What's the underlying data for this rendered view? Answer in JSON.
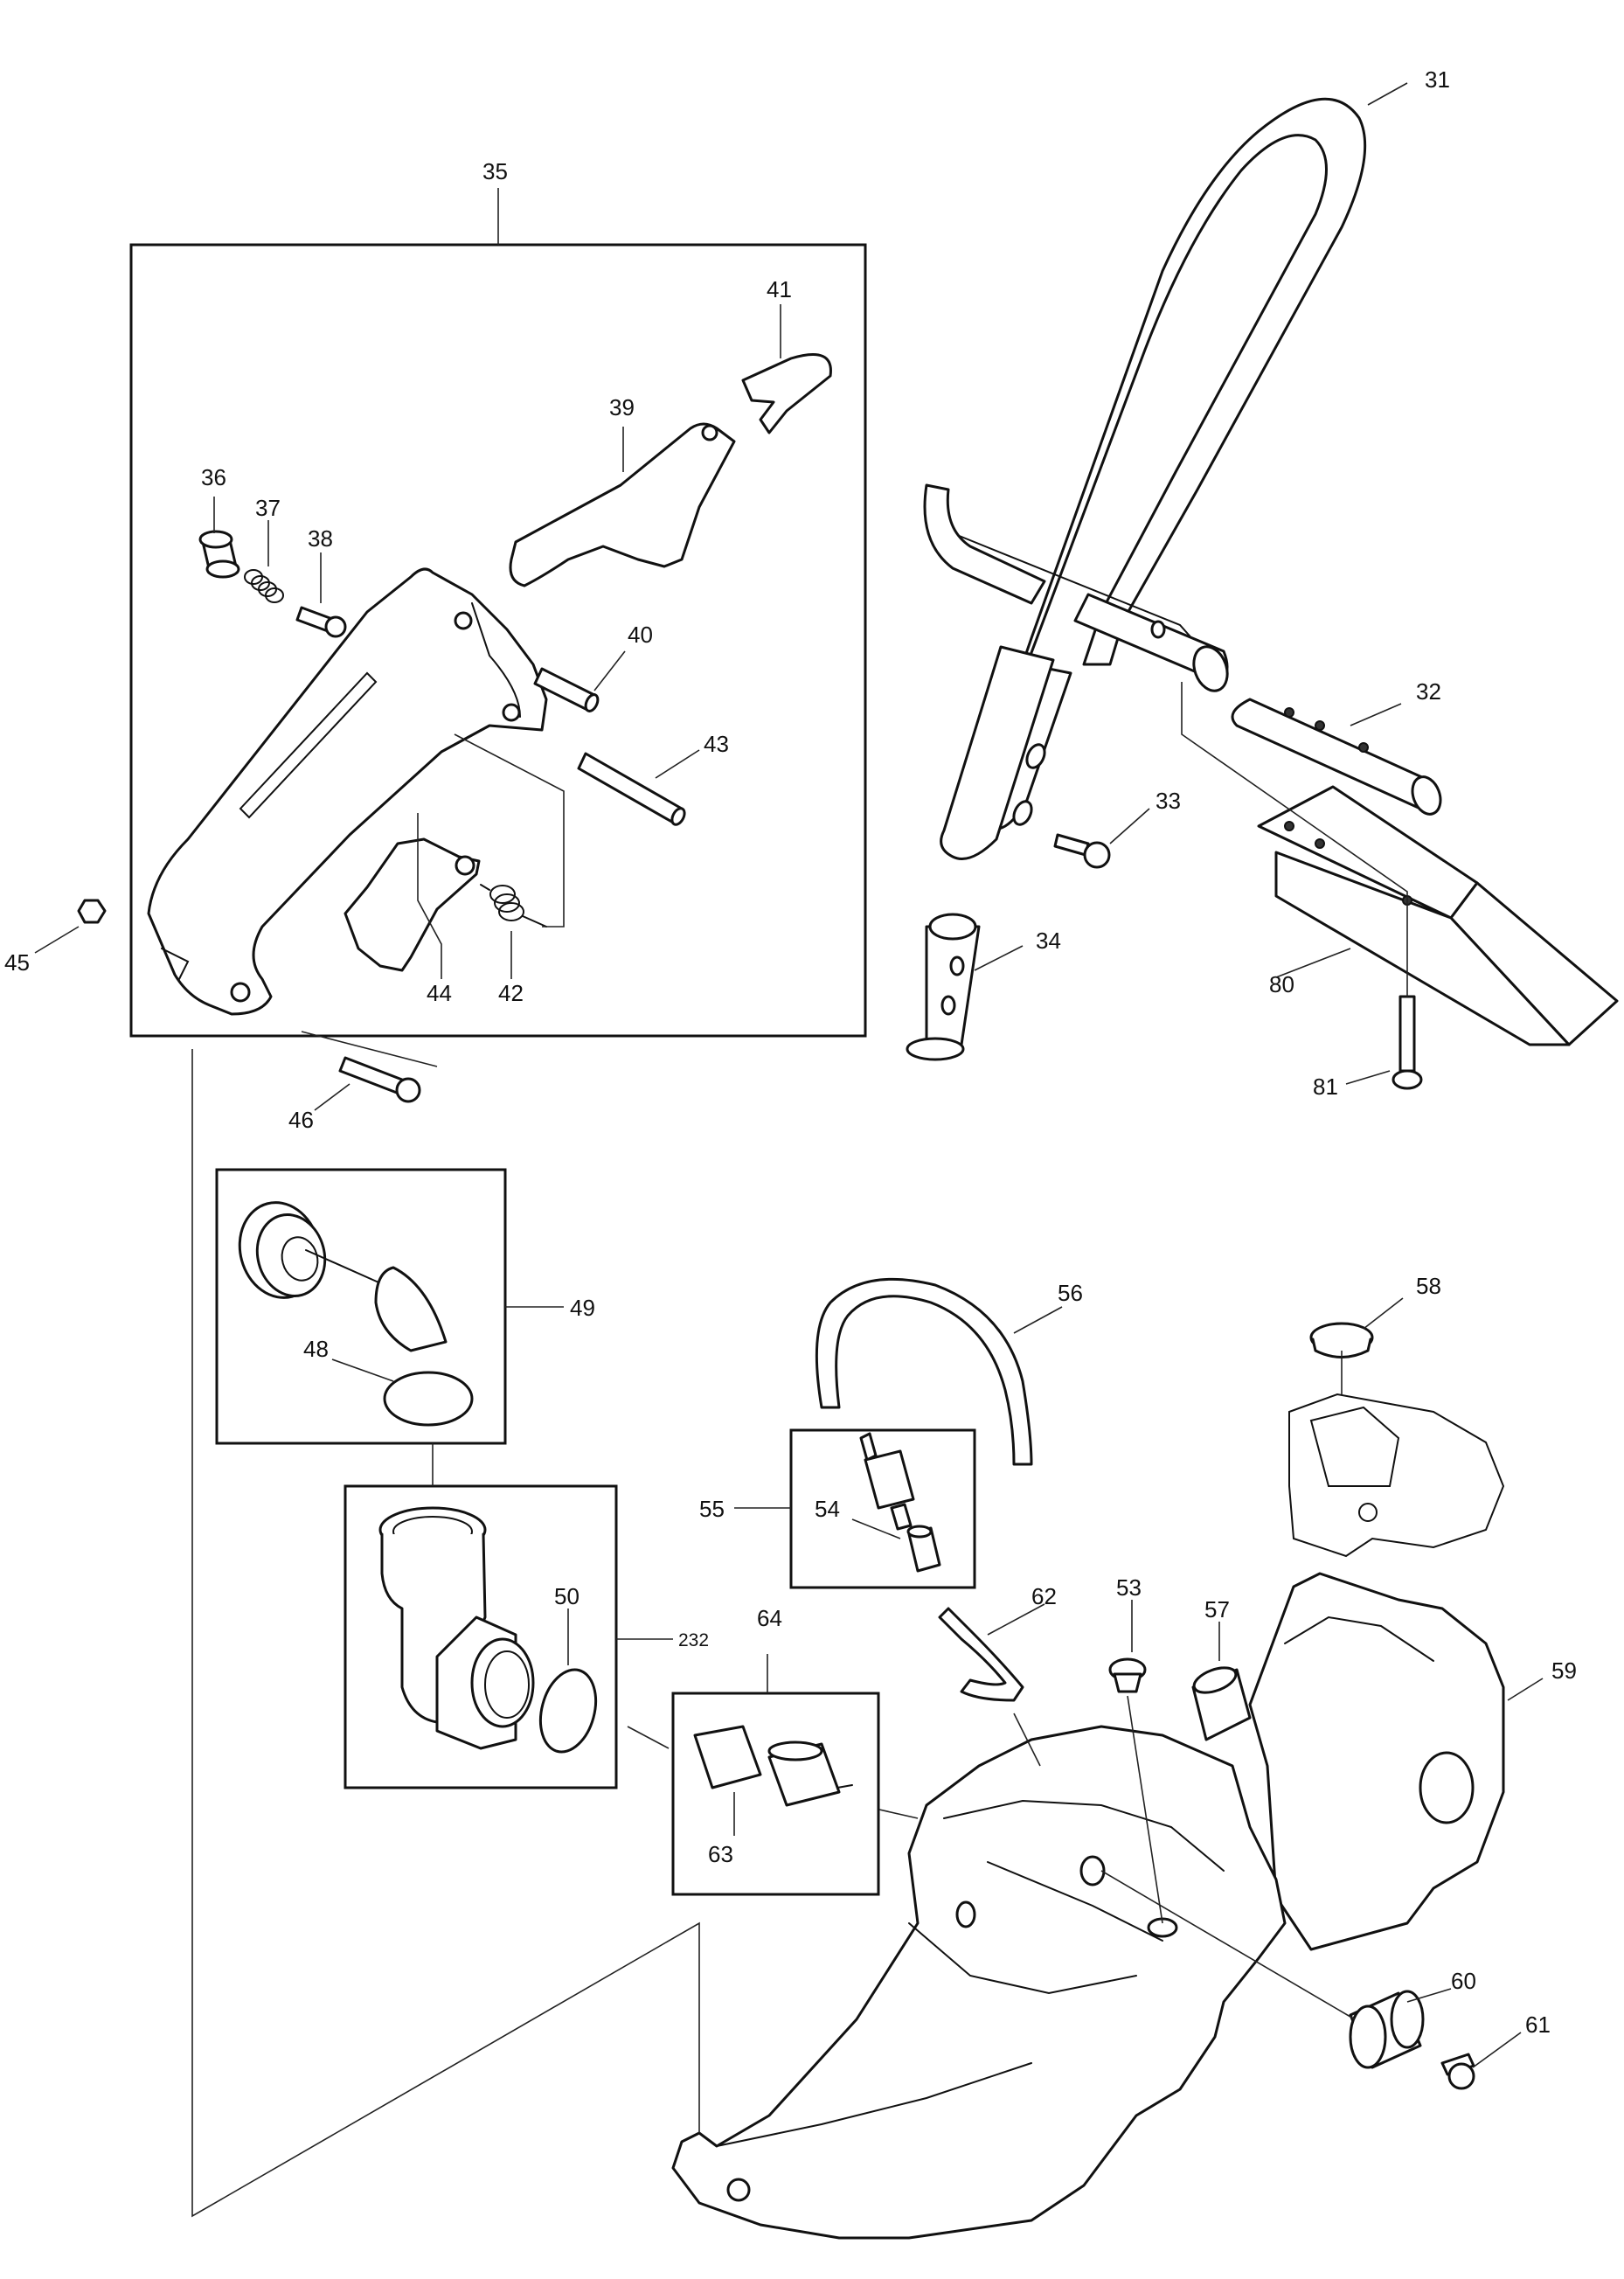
{
  "labels": {
    "p31": "31",
    "p32": "32",
    "p33": "33",
    "p34": "34",
    "p35": "35",
    "p36": "36",
    "p37": "37",
    "p38": "38",
    "p39": "39",
    "p40": "40",
    "p41": "41",
    "p42": "42",
    "p43": "43",
    "p44": "44",
    "p45": "45",
    "p46": "46",
    "p48": "48",
    "p49": "49",
    "p50": "50",
    "p53": "53",
    "p54": "54",
    "p55": "55",
    "p56": "56",
    "p57": "57",
    "p58": "58",
    "p59": "59",
    "p60": "60",
    "p61": "61",
    "p62": "62",
    "p63": "63",
    "p64": "64",
    "p80": "80",
    "p81": "81",
    "p232": "232"
  },
  "colors": {
    "line": "#111111",
    "background": "#ffffff"
  }
}
